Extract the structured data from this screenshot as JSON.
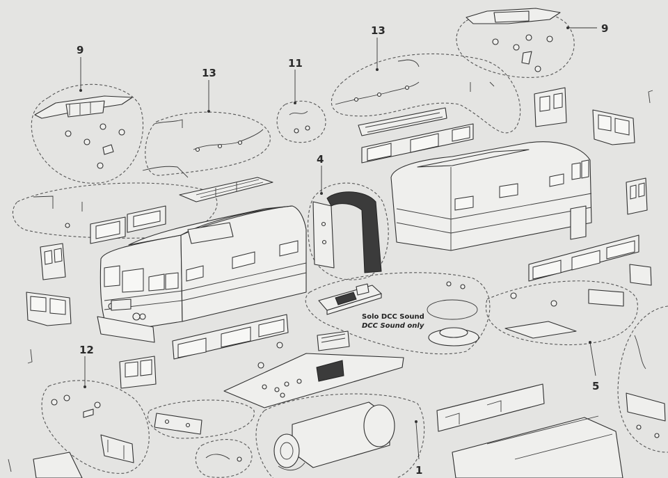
{
  "callouts": [
    {
      "id": "9a",
      "label": "9"
    },
    {
      "id": "13a",
      "label": "13"
    },
    {
      "id": "11",
      "label": "11"
    },
    {
      "id": "13b",
      "label": "13"
    },
    {
      "id": "9b",
      "label": "9"
    },
    {
      "id": "4",
      "label": "4"
    },
    {
      "id": "12",
      "label": "12"
    },
    {
      "id": "5",
      "label": "5"
    },
    {
      "id": "1",
      "label": "1"
    }
  ],
  "decoder_caption": {
    "line1": "Solo DCC Sound",
    "line2": "DCC Sound only"
  },
  "colors": {
    "paper": "#e4e4e2",
    "line": "#2e2e2e",
    "dark_part": "#3b3b3b"
  }
}
